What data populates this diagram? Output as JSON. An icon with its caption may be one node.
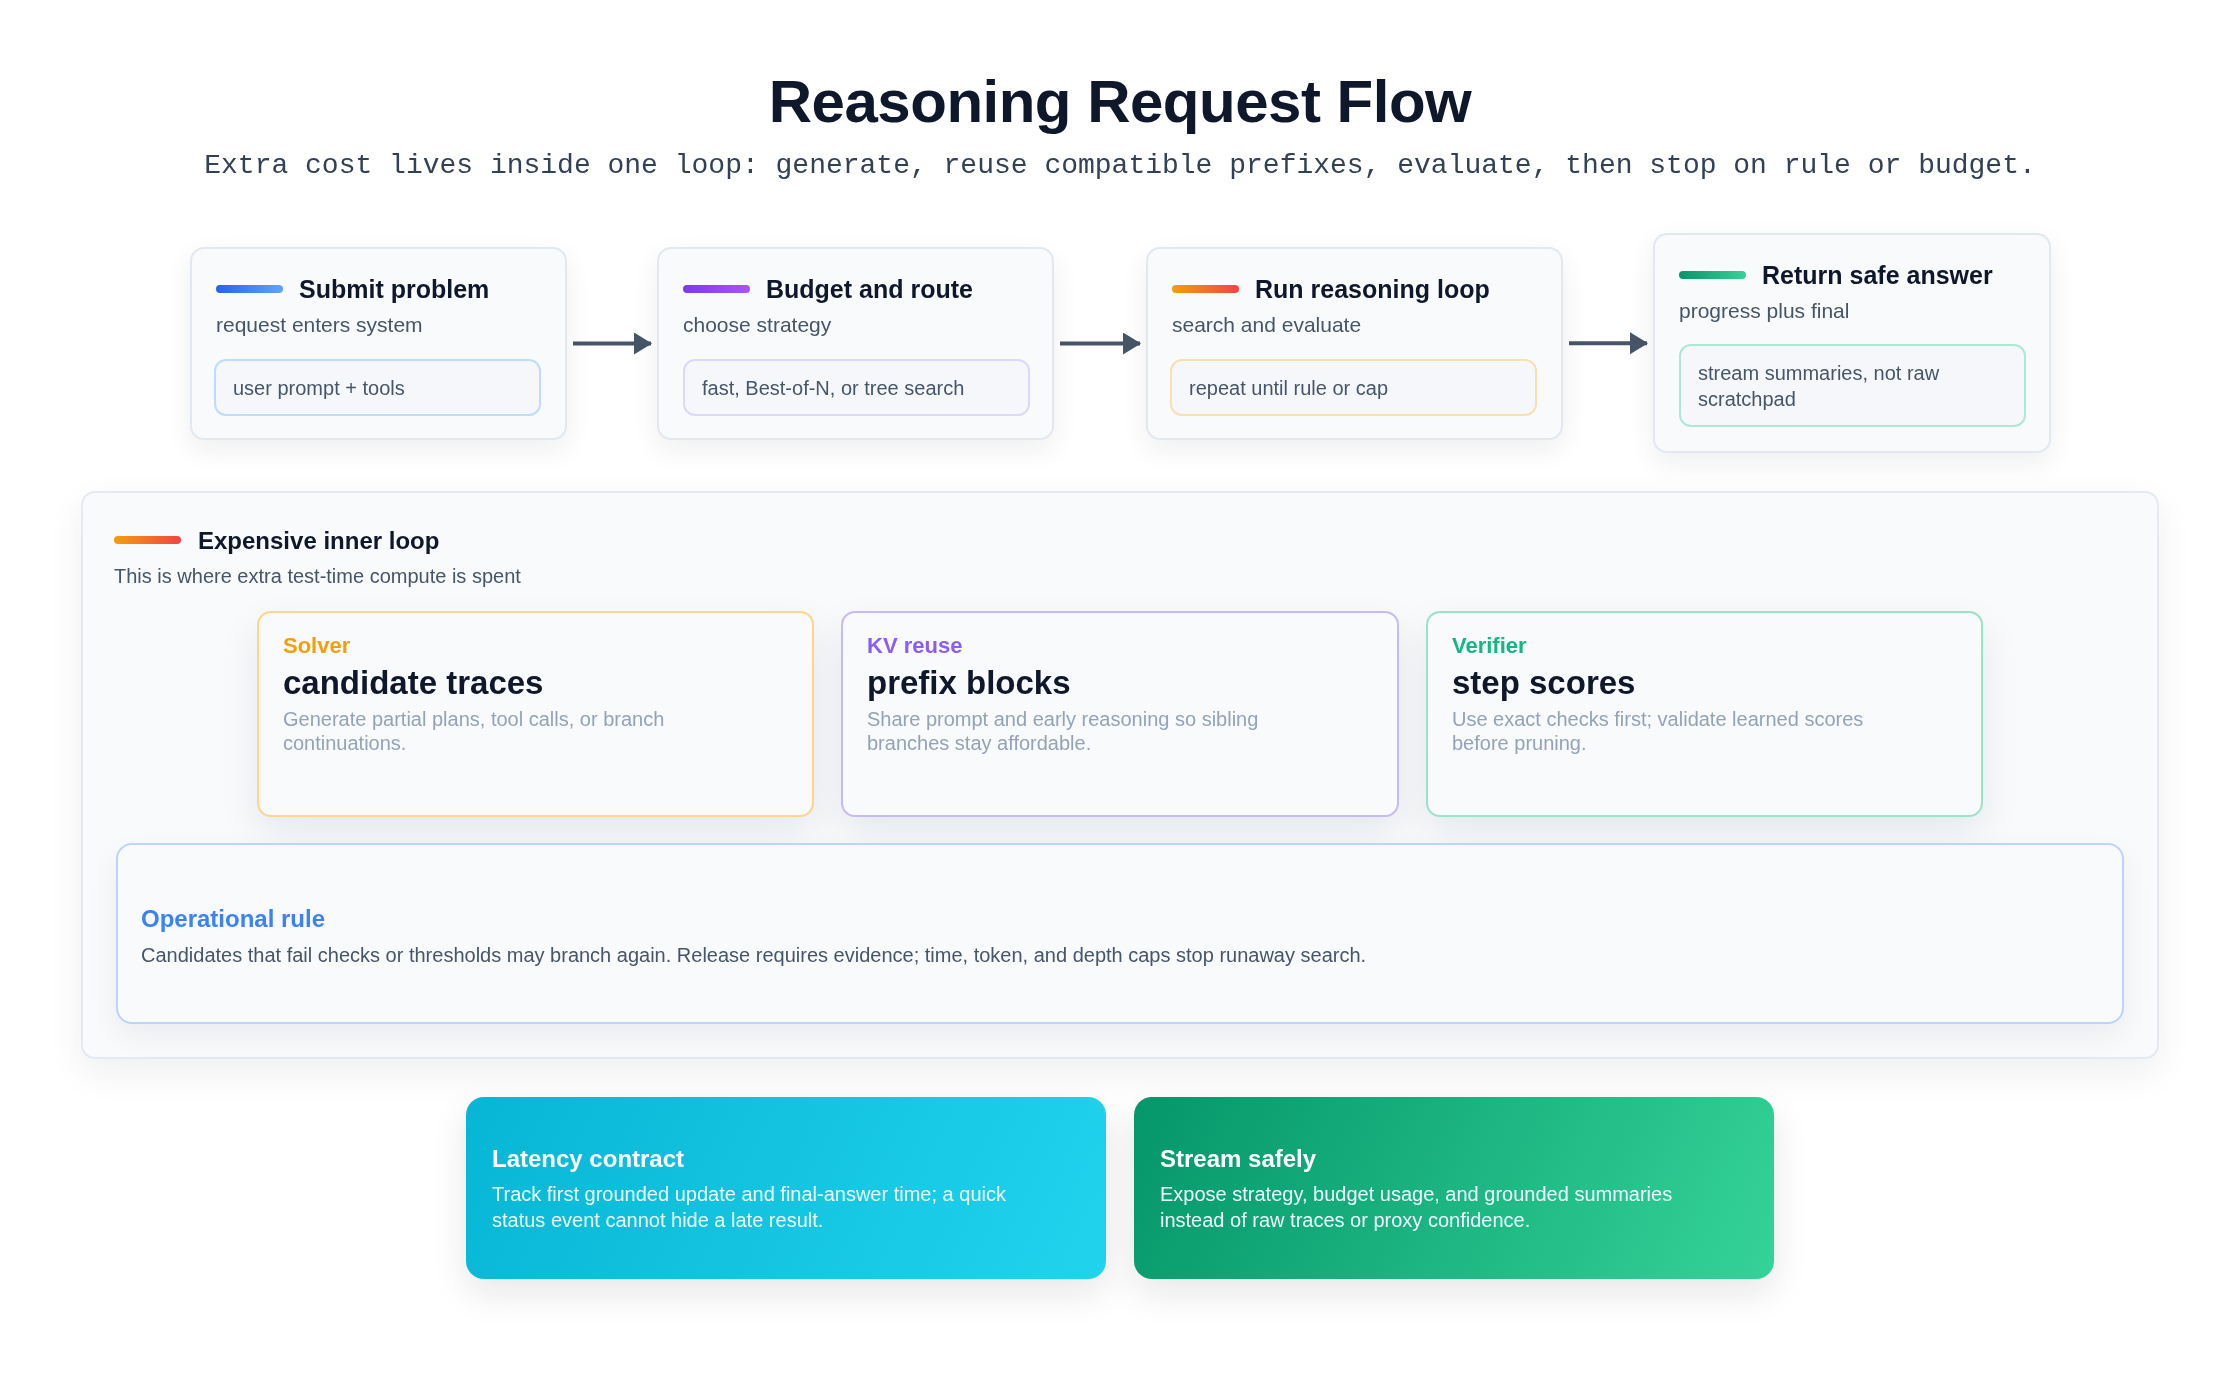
{
  "diagram": {
    "title": "Reasoning Request Flow",
    "nodes": [
      {
        "text": [
          "Submit problem",
          "request enters system"
        ]
      },
      {
        "text": [
          "user prompt + tools"
        ],
        "in": 0
      },
      {
        "text": [
          "Budget and route",
          "choose strategy"
        ]
      },
      {
        "text": [
          "fast, Best-of-N, or tree search"
        ],
        "in": 2
      },
      {
        "text": [
          "Run reasoning loop",
          "search and evaluate"
        ]
      },
      {
        "text": [
          "repeat until rule or cap"
        ],
        "in": 4
      },
      {
        "text": [
          "Return safe answer",
          "progress plus final"
        ]
      },
      {
        "text": [
          "stream summaries, not raw scratchpad"
        ],
        "in": 6
      },
      {
        "text": [
          "Expensive inner loop",
          "This is where extra test-time compute is spent"
        ]
      },
      {
        "text": [
          "Solver",
          "candidate traces",
          "Generate partial plans, tool calls, or branch continuations."
        ],
        "in": 8
      },
      {
        "text": [
          "KV reuse",
          "prefix blocks",
          "Share prompt and early reasoning so sibling branches stay affordable."
        ],
        "in": 8
      },
      {
        "text": [
          "Verifier",
          "step scores",
          "Use exact checks first; validate learned scores before pruning."
        ],
        "in": 8
      },
      {
        "text": [
          "Operational rule",
          "Candidates that fail checks or thresholds may branch again. Release requires evidence; time, token, and depth caps stop runaway search."
        ],
        "in": 8
      },
      {
        "text": [
          "Latency contract",
          "Track first grounded update and final-answer time; a quick status event cannot hide a late result."
        ]
      },
      {
        "text": [
          "Stream safely",
          "Expose strategy, budget usage, and grounded summaries instead of raw traces or proxy confidence."
        ]
      }
    ],
    "edges": [
      {
        "from": 0,
        "to": 2,
        "arrow": "to"
      },
      {
        "from": 2,
        "to": 4,
        "arrow": "to"
      },
      {
        "from": 4,
        "to": 6,
        "arrow": "to"
      }
    ],
    "labels": [
      "Extra cost lives inside one loop: generate, reuse compatible prefixes, evaluate, then stop on rule or budget."
    ]
  }
}
